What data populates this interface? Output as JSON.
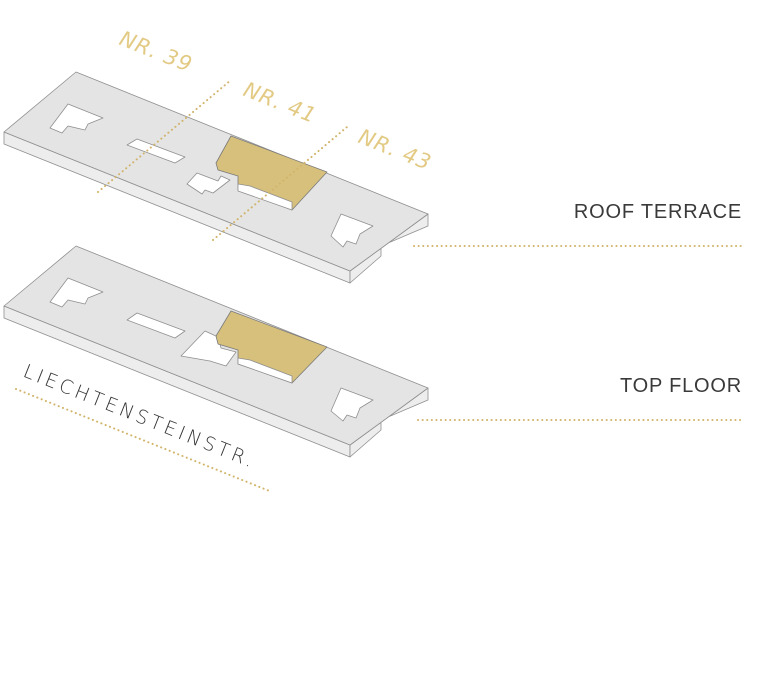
{
  "labels": {
    "nr_39": "NR. 39",
    "nr_41": "NR. 41",
    "nr_43": "NR. 43",
    "roof_terrace": "ROOF TERRACE",
    "top_floor": "TOP FLOOR",
    "street": "LIECHTENSTEINSTR."
  },
  "colors": {
    "highlight": "#d7c07c",
    "guide_dots": "#d1b46a",
    "slab": "#e4e4e4",
    "label_text": "#3a3a3a"
  }
}
